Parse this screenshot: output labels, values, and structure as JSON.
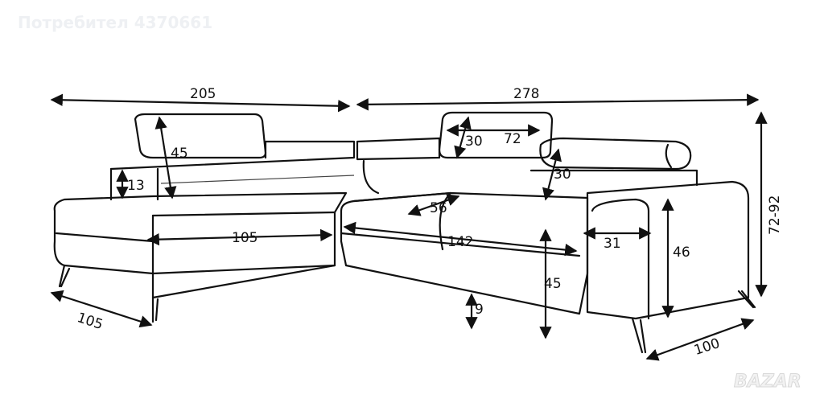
{
  "watermark": "Потребител 4370661",
  "logo": "BAZAR",
  "dimensions": {
    "total_width_left": "205",
    "total_width_right": "278",
    "headrest_height_left": "45",
    "armrest_height": "13",
    "headrest_height_center": "30",
    "headrest_width": "72",
    "headrest_height_right": "30",
    "seat_depth": "56",
    "chaise_seat_length": "105",
    "main_seat_length": "142",
    "arm_width": "31",
    "arm_height": "46",
    "seat_height": "45",
    "leg_clearance": "9",
    "chaise_depth": "105",
    "main_depth": "100",
    "total_height": "72-92"
  }
}
